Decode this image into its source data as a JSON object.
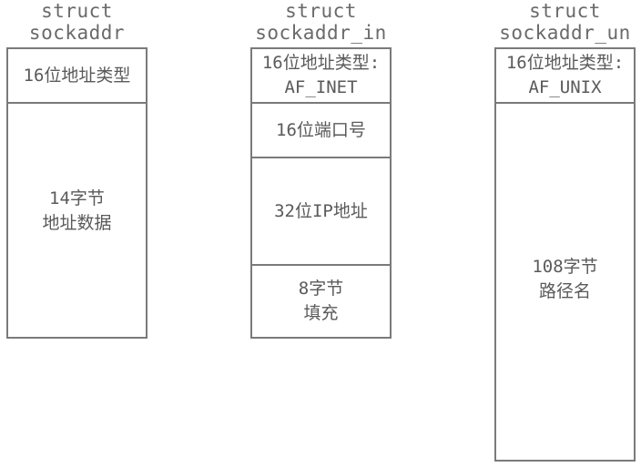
{
  "structs": [
    {
      "title_line1": "struct",
      "title_line2": "sockaddr",
      "fields": [
        {
          "lines": [
            "16位地址类型"
          ]
        },
        {
          "lines": [
            "14字节",
            "地址数据"
          ]
        }
      ]
    },
    {
      "title_line1": "struct",
      "title_line2": "sockaddr_in",
      "fields": [
        {
          "lines": [
            "16位地址类型:",
            "AF_INET"
          ]
        },
        {
          "lines": [
            "16位端口号"
          ]
        },
        {
          "lines": [
            "32位IP地址"
          ]
        },
        {
          "lines": [
            "8字节",
            "填充"
          ]
        }
      ]
    },
    {
      "title_line1": "struct",
      "title_line2": "sockaddr_un",
      "fields": [
        {
          "lines": [
            "16位地址类型:",
            "AF_UNIX"
          ]
        },
        {
          "lines": [
            "108字节",
            "路径名"
          ]
        }
      ]
    }
  ]
}
